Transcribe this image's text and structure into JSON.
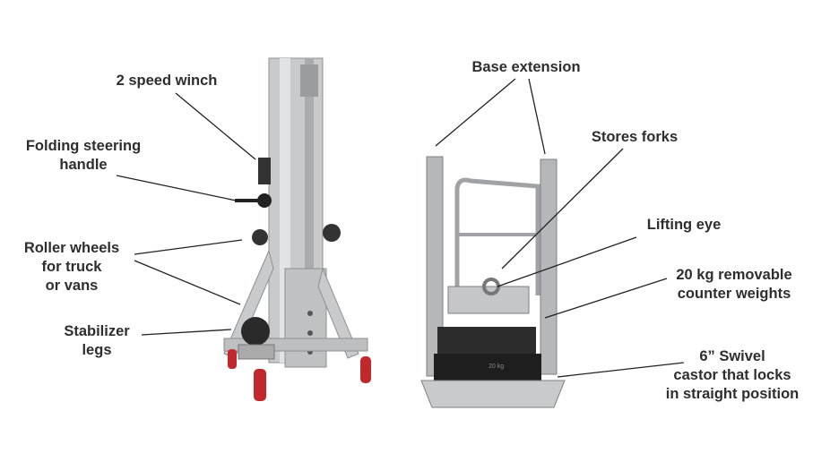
{
  "labels": {
    "winch": [
      "2 speed winch"
    ],
    "steering_handle": [
      "Folding steering",
      "handle"
    ],
    "roller_wheels": [
      "Roller wheels",
      "for truck",
      "or vans"
    ],
    "stabilizer_legs": [
      "Stabilizer",
      "legs"
    ],
    "base_extension": [
      "Base extension"
    ],
    "stores_forks": [
      "Stores forks"
    ],
    "lifting_eye": [
      "Lifting eye"
    ],
    "counter_weights": [
      "20 kg removable",
      "counter weights"
    ],
    "swivel_castor": [
      "6” Swivel",
      "castor that locks",
      "in straight position"
    ]
  },
  "weight_plate_text": "20 kg",
  "colors": {
    "text": "#2e2e2e",
    "aluminium": "#c9cacc",
    "wheel": "#c0282b",
    "steel": "#b5b7b9"
  }
}
